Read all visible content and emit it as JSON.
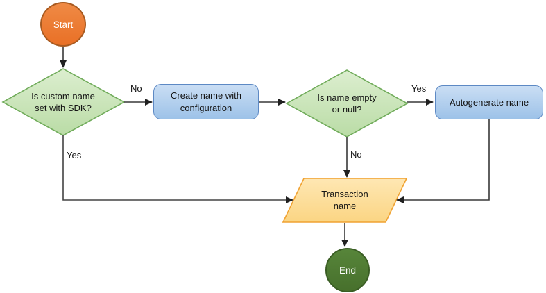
{
  "diagram": {
    "type": "flowchart",
    "nodes": [
      {
        "id": "start",
        "shape": "circle",
        "label": "Start"
      },
      {
        "id": "decision-custom-name",
        "shape": "diamond",
        "label": "Is custom name set with SDK?"
      },
      {
        "id": "process-create-name",
        "shape": "rounded-rect",
        "label": "Create name with configuration"
      },
      {
        "id": "decision-name-empty",
        "shape": "diamond",
        "label": "Is name empty or null?"
      },
      {
        "id": "process-autogenerate",
        "shape": "rounded-rect",
        "label": "Autogenerate name"
      },
      {
        "id": "io-transaction-name",
        "shape": "parallelogram",
        "label": "Transaction name"
      },
      {
        "id": "end",
        "shape": "circle",
        "label": "End"
      }
    ],
    "edges": [
      {
        "from": "start",
        "to": "decision-custom-name",
        "label": ""
      },
      {
        "from": "decision-custom-name",
        "to": "process-create-name",
        "label": "No"
      },
      {
        "from": "process-create-name",
        "to": "decision-name-empty",
        "label": ""
      },
      {
        "from": "decision-name-empty",
        "to": "process-autogenerate",
        "label": "Yes"
      },
      {
        "from": "decision-name-empty",
        "to": "io-transaction-name",
        "label": "No"
      },
      {
        "from": "decision-custom-name",
        "to": "io-transaction-name",
        "label": "Yes"
      },
      {
        "from": "process-autogenerate",
        "to": "io-transaction-name",
        "label": ""
      },
      {
        "from": "io-transaction-name",
        "to": "end",
        "label": ""
      }
    ],
    "palette": {
      "start_fill": "#ED7D31",
      "start_border": "#A85A20",
      "decision_fill_top": "#DCEECF",
      "decision_fill_bottom": "#BADCA6",
      "decision_border": "#71AC5B",
      "process_fill_top": "#CADEF4",
      "process_fill_bottom": "#9DC2E8",
      "process_border": "#5D89C4",
      "io_fill_top": "#FEE7B3",
      "io_fill_bottom": "#FBD583",
      "io_border": "#F0A232",
      "end_fill": "#4E7B32",
      "end_border": "#3A5D24",
      "connector": "#383838",
      "text": "#141414",
      "terminal_text": "#FFFFFF"
    }
  }
}
